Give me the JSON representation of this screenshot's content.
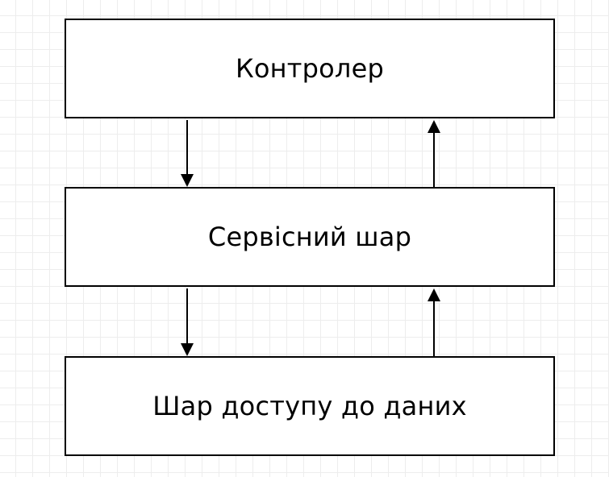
{
  "diagram": {
    "boxes": {
      "controller": "Контролер",
      "service": "Сервісний шар",
      "data_access": "Шар доступу до даних"
    }
  },
  "colors": {
    "stroke": "#000000",
    "background": "#ffffff",
    "grid": "#ededed"
  }
}
